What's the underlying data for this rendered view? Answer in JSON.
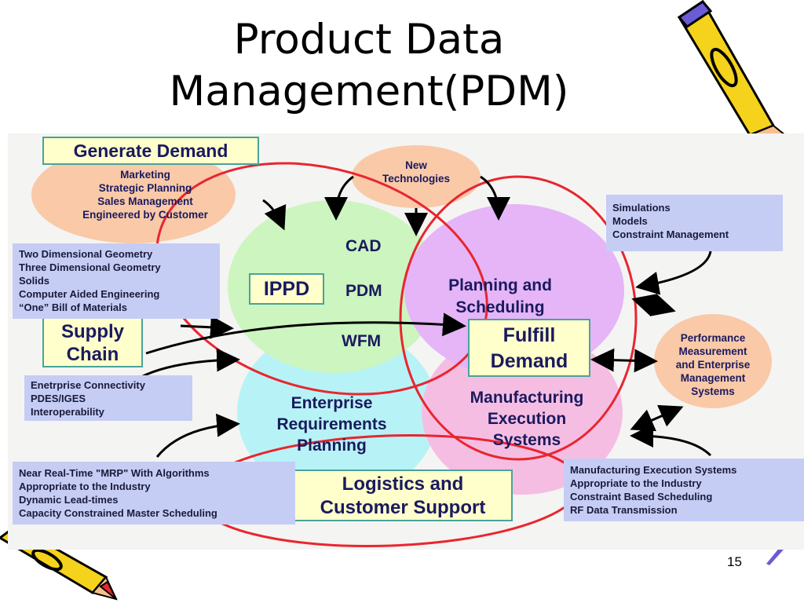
{
  "title": {
    "line1": "Product Data",
    "line2": "Management(PDM)"
  },
  "generate_demand": {
    "label": "Generate Demand",
    "items": [
      "Marketing",
      "Strategic  Planning",
      "Sales Management",
      "Engineered by Customer"
    ]
  },
  "new_technologies": {
    "line1": "New",
    "line2": "Technologies"
  },
  "ippd": {
    "label": "IPPD",
    "cad": "CAD",
    "pdm": "PDM",
    "wfm": "WFM"
  },
  "planning": {
    "line1": "Planning and",
    "line2": "Scheduling"
  },
  "erp": {
    "line1": "Enterprise",
    "line2": "Requirements",
    "line3": "Planning"
  },
  "mes": {
    "line1": "Manufacturing",
    "line2": "Execution",
    "line3": "Systems"
  },
  "performance": {
    "lines": [
      "Performance",
      "Measurement",
      "and Enterprise",
      "Management",
      "Systems"
    ]
  },
  "supply_chain": {
    "line1": "Supply",
    "line2": "Chain"
  },
  "fulfill_demand": {
    "line1": "Fulfill",
    "line2": "Demand"
  },
  "logistics": {
    "line1": "Logistics and",
    "line2": "Customer Support"
  },
  "box_simulations": [
    "Simulations",
    "Models",
    "Constraint Management"
  ],
  "box_geometry": [
    "Two Dimensional Geometry",
    "Three Dimensional Geometry",
    "Solids",
    "Computer Aided Engineering",
    "“One” Bill of Materials"
  ],
  "box_connectivity": [
    "Enetrprise Connectivity",
    "PDES/IGES",
    "Interoperability"
  ],
  "box_mrp": [
    "Near Real-Time \"MRP\" With Algorithms",
    "Appropriate to the Industry",
    "Dynamic  Lead-times",
    "Capacity Constrained Master Scheduling"
  ],
  "box_mes": [
    "Manufacturing Execution Systems",
    "Appropriate to the Industry",
    "Constraint Based Scheduling",
    "RF Data Transmission"
  ],
  "page_number": "15",
  "colors": {
    "ellipse_salmon": "#f9c9a8",
    "ippd_green": "#ccf5bf",
    "planning_purple": "#e5b5f7",
    "erp_cyan": "#b7f3f6",
    "mes_pink": "#f6bde3",
    "red_ring": "#e8262f",
    "text_blue": "#1a1a5e",
    "box_blue": "#c5cdf5",
    "label_yellow": "#ffffcc"
  }
}
